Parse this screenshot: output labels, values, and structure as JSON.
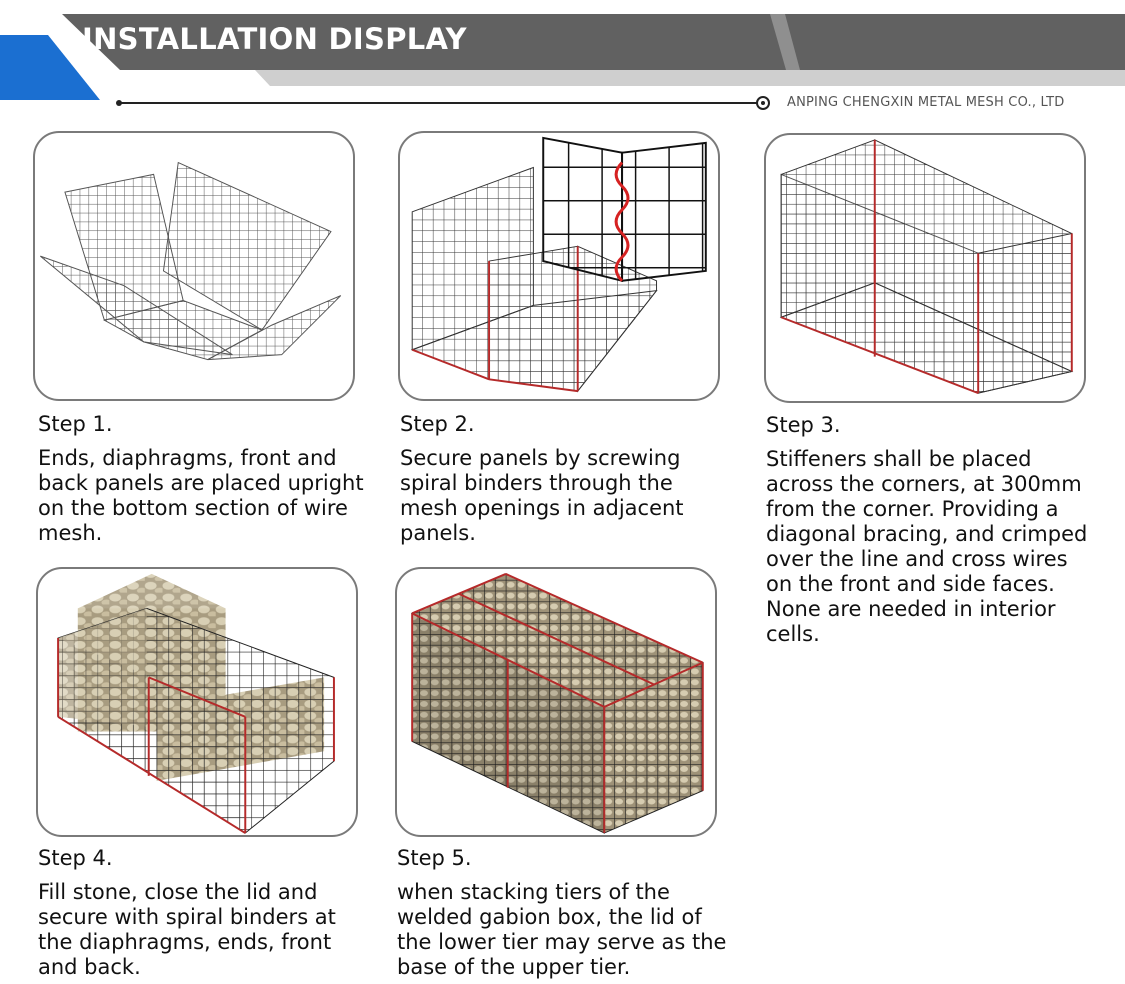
{
  "header": {
    "title": "INSTALLATION DISPLAY",
    "company": "ANPING CHENGXIN METAL MESH CO., LTD",
    "colors": {
      "banner_dark": "#616161",
      "banner_light": "#cfcfcf",
      "accent_blue": "#1b6fd1"
    }
  },
  "steps": [
    {
      "title": "Step 1.",
      "text": "Ends, diaphragms, front and back panels are placed upright on the bottom section of wire mesh.",
      "image": "unfolded-wire-mesh-panels"
    },
    {
      "title": "Step 2.",
      "text": "Secure panels by screwing spiral binders through the mesh openings in adjacent panels.",
      "image": "gabion-box-with-spiral-binder"
    },
    {
      "title": "Step 3.",
      "text": "Stiffeners shall be placed across the corners, at 300mm from the corner. Providing a diagonal bracing, and crimped over the line and cross wires on the front and side faces. None are needed in interior cells.",
      "image": "assembled-empty-gabion-box"
    },
    {
      "title": "Step 4.",
      "text": "Fill stone, close the lid and secure with spiral binders at the diaphragms, ends, front and back.",
      "image": "stone-filled-open-gabion"
    },
    {
      "title": "Step 5.",
      "text": "when stacking tiers of the welded gabion box, the lid of the lower tier may serve as the base of the upper tier.",
      "image": "closed-stone-filled-gabion"
    }
  ]
}
